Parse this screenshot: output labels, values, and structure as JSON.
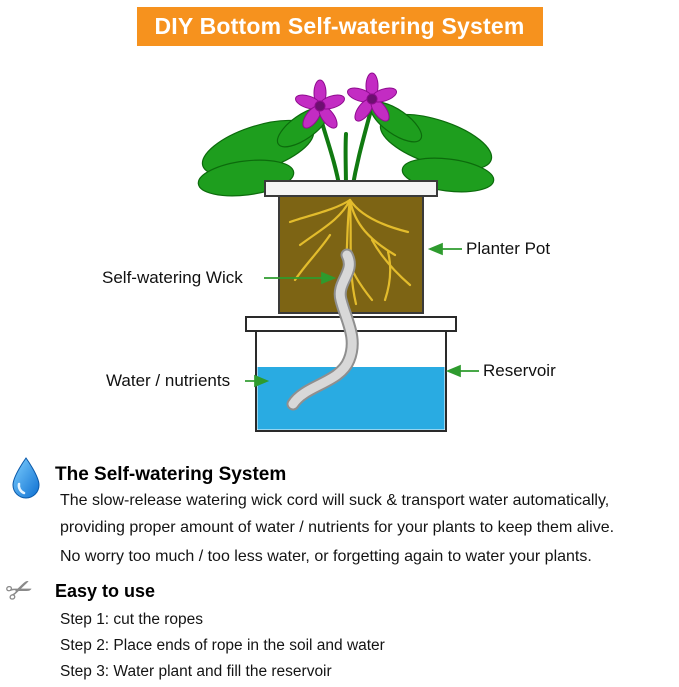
{
  "banner": {
    "title": "DIY Bottom Self-watering System",
    "bg_color": "#F6921E"
  },
  "diagram": {
    "labels": {
      "planter_pot": "Planter Pot",
      "wick": "Self-watering Wick",
      "water": "Water / nutrients",
      "reservoir": "Reservoir"
    },
    "colors": {
      "arrow": "#2E9B2E",
      "water": "#29ABE2",
      "soil": "#7D6414",
      "root": "#E3BC2C",
      "leaf": "#1E9E1E",
      "stem": "#117A11",
      "flower": "#C32CC3",
      "flower_center": "#6D1070",
      "wick_inner": "#D8D8D8",
      "wick_outer": "#8F8F8F"
    }
  },
  "sections": {
    "self_watering": {
      "heading": "The Self-watering System",
      "lines": [
        "The slow-release watering wick cord will suck & transport water automatically,",
        "providing proper amount of water / nutrients for your plants to keep them alive.",
        "No worry too much / too less water, or forgetting again to water your plants."
      ]
    },
    "easy_to_use": {
      "heading": "Easy to use",
      "steps": [
        "Step 1: cut the ropes",
        "Step 2: Place ends of rope in the soil and water",
        "Step 3: Water plant and fill the reservoir"
      ]
    }
  },
  "icons": {
    "water_drop": "water-drop-icon",
    "scissors_char": "✂"
  }
}
